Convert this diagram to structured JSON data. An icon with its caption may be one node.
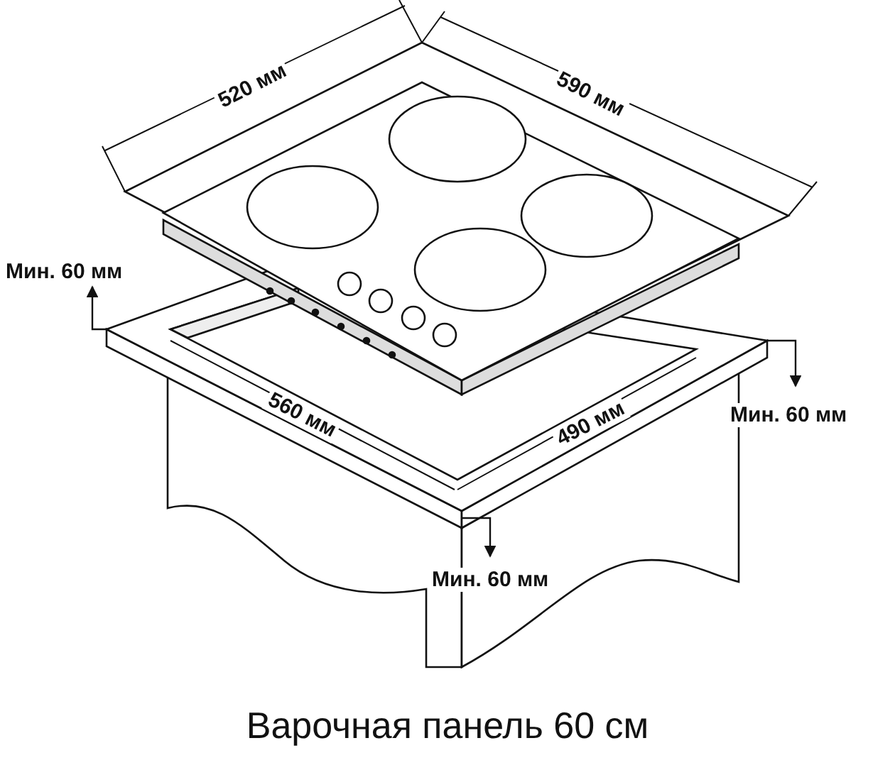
{
  "diagram": {
    "caption": "Варочная панель 60 см",
    "labels": [
      "520 мм",
      "590 мм",
      "Мин. 60 мм",
      "560 мм",
      "490 мм",
      "Мин. 60 мм",
      "Мин. 60 мм"
    ]
  }
}
